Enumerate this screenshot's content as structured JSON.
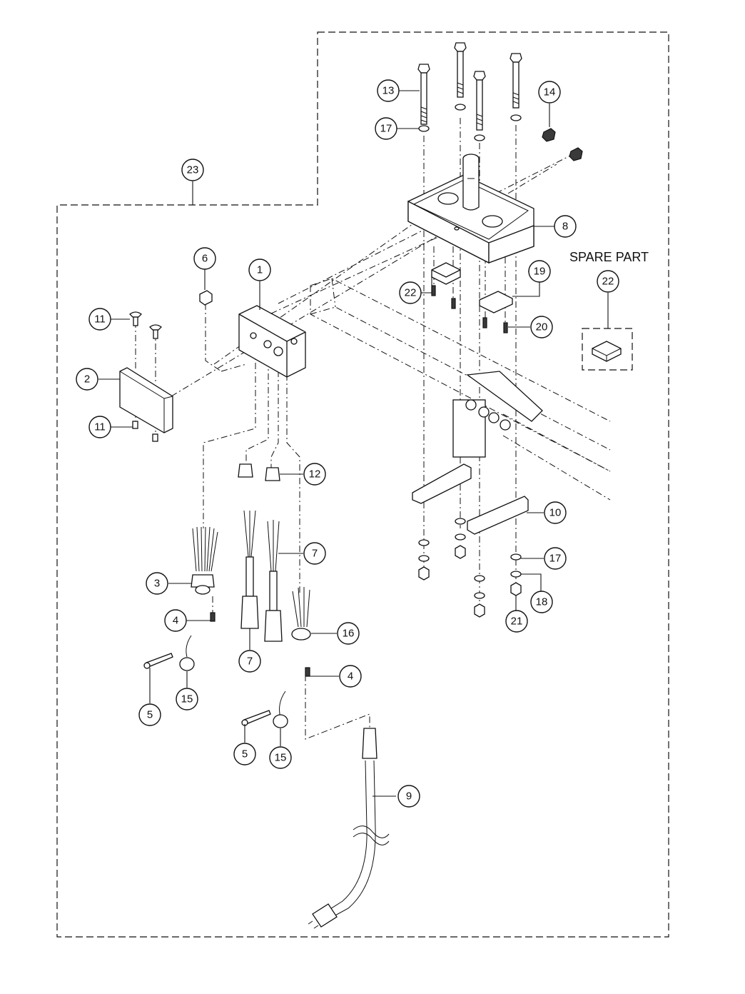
{
  "spare_part": {
    "title": "SPARE PART",
    "item": "22"
  },
  "callouts": [
    {
      "id": "1",
      "label": "1"
    },
    {
      "id": "2",
      "label": "2"
    },
    {
      "id": "3",
      "label": "3"
    },
    {
      "id": "4a",
      "label": "4"
    },
    {
      "id": "4b",
      "label": "4"
    },
    {
      "id": "5a",
      "label": "5"
    },
    {
      "id": "5b",
      "label": "5"
    },
    {
      "id": "6",
      "label": "6"
    },
    {
      "id": "7a",
      "label": "7"
    },
    {
      "id": "7b",
      "label": "7"
    },
    {
      "id": "8",
      "label": "8"
    },
    {
      "id": "9",
      "label": "9"
    },
    {
      "id": "10",
      "label": "10"
    },
    {
      "id": "11a",
      "label": "11"
    },
    {
      "id": "11b",
      "label": "11"
    },
    {
      "id": "12",
      "label": "12"
    },
    {
      "id": "13",
      "label": "13"
    },
    {
      "id": "14",
      "label": "14"
    },
    {
      "id": "15a",
      "label": "15"
    },
    {
      "id": "15b",
      "label": "15"
    },
    {
      "id": "16",
      "label": "16"
    },
    {
      "id": "17a",
      "label": "17"
    },
    {
      "id": "17b",
      "label": "17"
    },
    {
      "id": "18",
      "label": "18"
    },
    {
      "id": "19",
      "label": "19"
    },
    {
      "id": "20",
      "label": "20"
    },
    {
      "id": "21",
      "label": "21"
    },
    {
      "id": "22a",
      "label": "22"
    },
    {
      "id": "23",
      "label": "23"
    }
  ]
}
